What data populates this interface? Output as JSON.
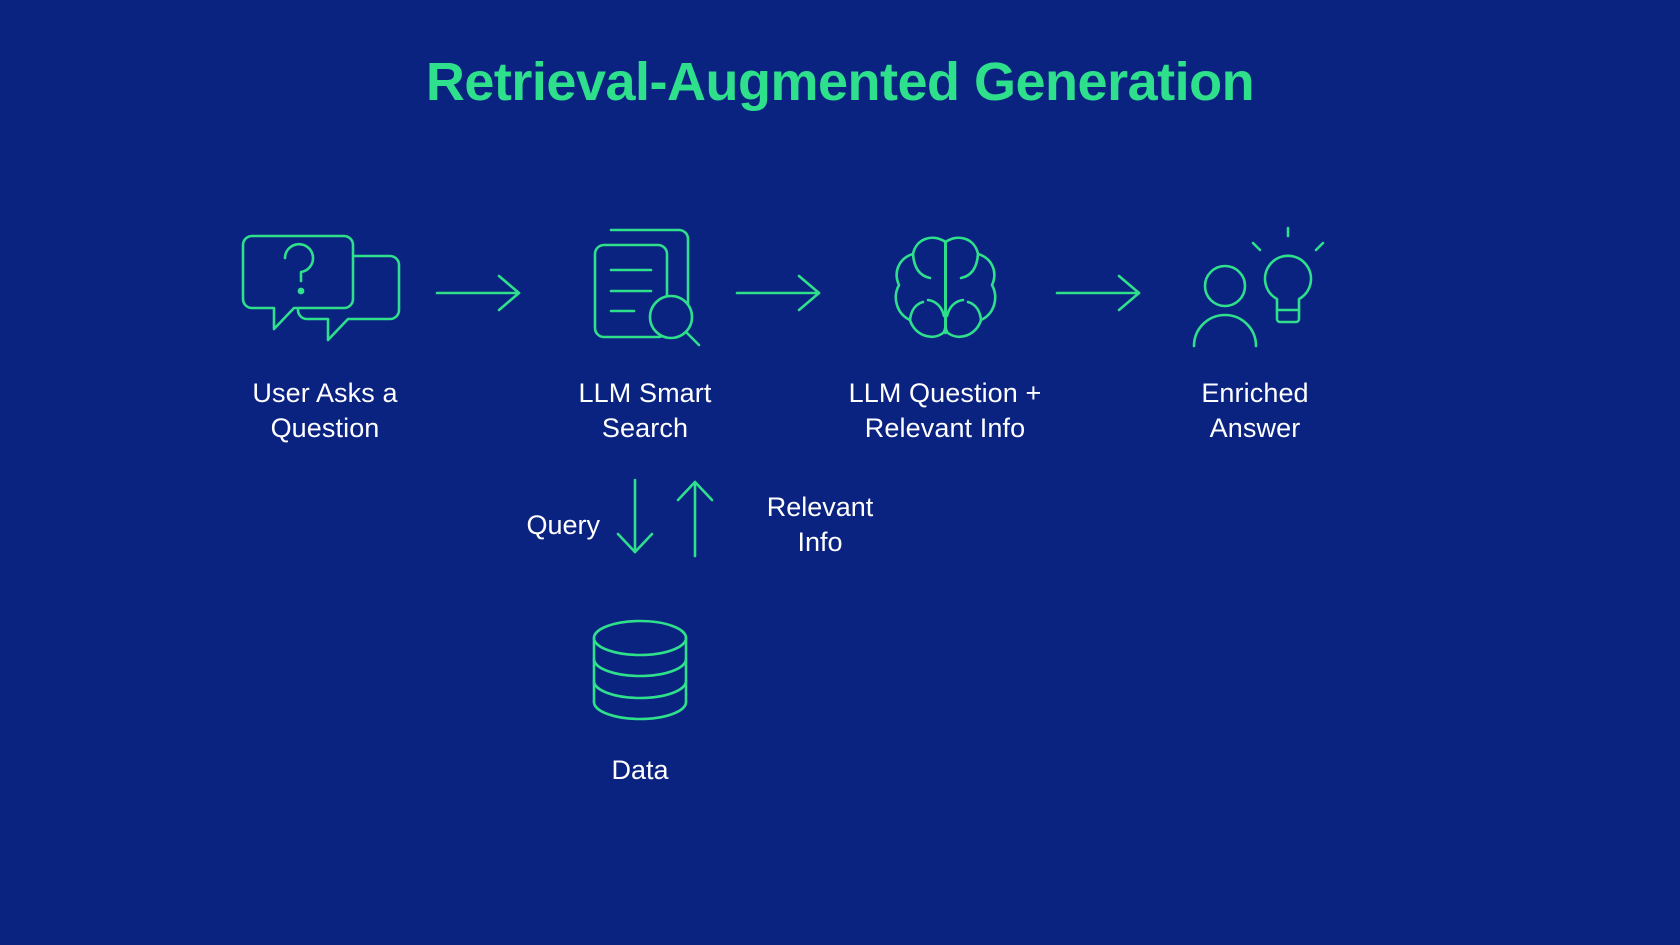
{
  "theme": {
    "background": "#0A2280",
    "accent_green": "#2EE08C",
    "text_white": "#FFFFFF"
  },
  "title": "Retrieval-Augmented Generation",
  "pipeline": {
    "steps": [
      {
        "icon": "speech-bubbles-question-icon",
        "line1": "User Asks a",
        "line2": "Question"
      },
      {
        "icon": "document-search-icon",
        "line1": "LLM Smart",
        "line2": "Search"
      },
      {
        "icon": "brain-icon",
        "line1": "LLM Question +",
        "line2": "Relevant Info"
      },
      {
        "icon": "person-lightbulb-icon",
        "line1": "Enriched",
        "line2": "Answer"
      }
    ],
    "arrows": [
      {
        "icon": "arrow-right-icon"
      },
      {
        "icon": "arrow-right-icon"
      },
      {
        "icon": "arrow-right-icon"
      }
    ]
  },
  "exchange": {
    "query_label": "Query",
    "down_arrow_icon": "arrow-down-icon",
    "up_arrow_icon": "arrow-up-icon",
    "relevant_line1": "Relevant",
    "relevant_line2": "Info"
  },
  "datastore": {
    "icon": "database-cylinder-icon",
    "caption": "Data"
  }
}
